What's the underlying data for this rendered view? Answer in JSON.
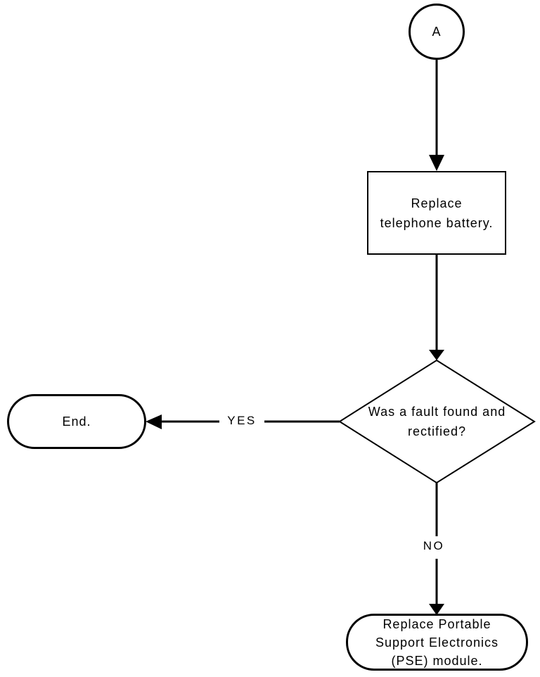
{
  "colors": {
    "background": "#ffffff",
    "stroke": "#000000",
    "text": "#000000",
    "node_fill": "#ffffff"
  },
  "flowchart": {
    "connector": {
      "label": "A"
    },
    "process": {
      "label": "Replace\ntelephone battery."
    },
    "decision": {
      "label": "Was a fault found and\nrectified?"
    },
    "yes_branch": {
      "label": "YES"
    },
    "no_branch": {
      "label": "NO"
    },
    "end_terminal": {
      "label": "End."
    },
    "pse_terminal": {
      "label": "Replace Portable\nSupport Electronics\n(PSE) module."
    }
  }
}
